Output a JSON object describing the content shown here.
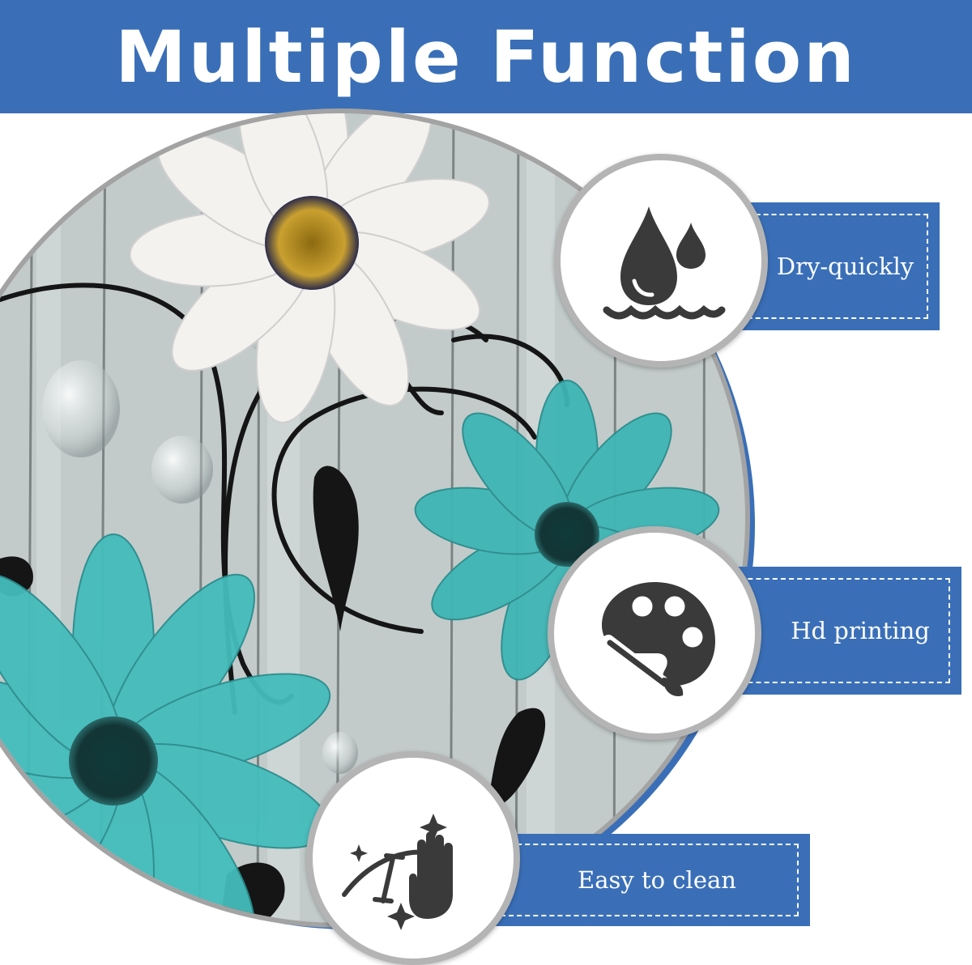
{
  "banner": {
    "title": "Multiple Function"
  },
  "features": [
    {
      "label": "Dry-quickly",
      "icon": "water-drop-icon"
    },
    {
      "label": "Hd printing",
      "icon": "paint-palette-icon"
    },
    {
      "label": "Easy to clean",
      "icon": "wipe-hand-icon"
    }
  ],
  "colors": {
    "banner": "#3a6fb8",
    "label": "#3a6fb8",
    "icon": "#3a3a3a",
    "teal_flower": "#3fb5b5",
    "wood": "#c4cccb"
  }
}
